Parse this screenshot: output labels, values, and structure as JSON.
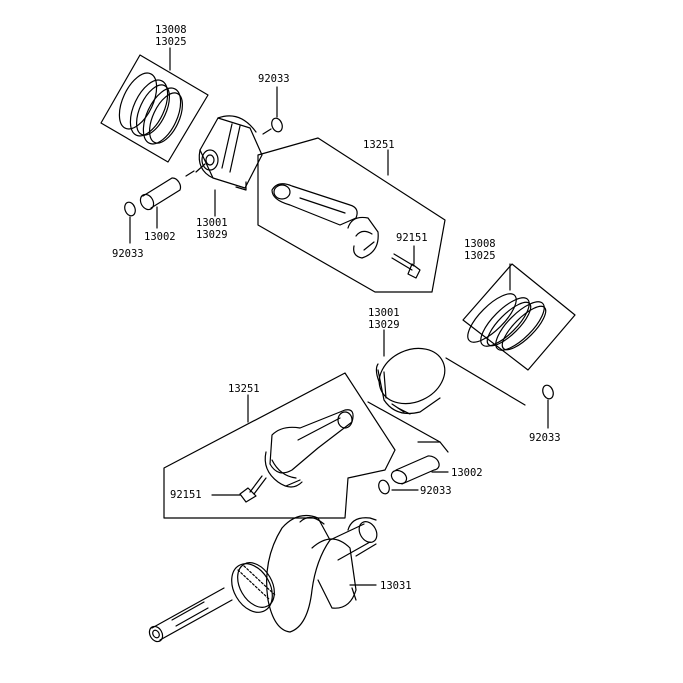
{
  "parts": {
    "rings_a": [
      "13008",
      "13025"
    ],
    "clip_a": "92033",
    "rod_a": "13251",
    "pin_a": "13002",
    "clip_b": "92033",
    "piston_a": [
      "13001",
      "13029"
    ],
    "bolt_a": "92151",
    "rings_b": [
      "13008",
      "13025"
    ],
    "piston_b": [
      "13001",
      "13029"
    ],
    "clip_c": "92033",
    "rod_b": "13251",
    "pin_b": "13002",
    "bolt_b": "92151",
    "clip_d": "92033",
    "crankshaft": "13031"
  }
}
